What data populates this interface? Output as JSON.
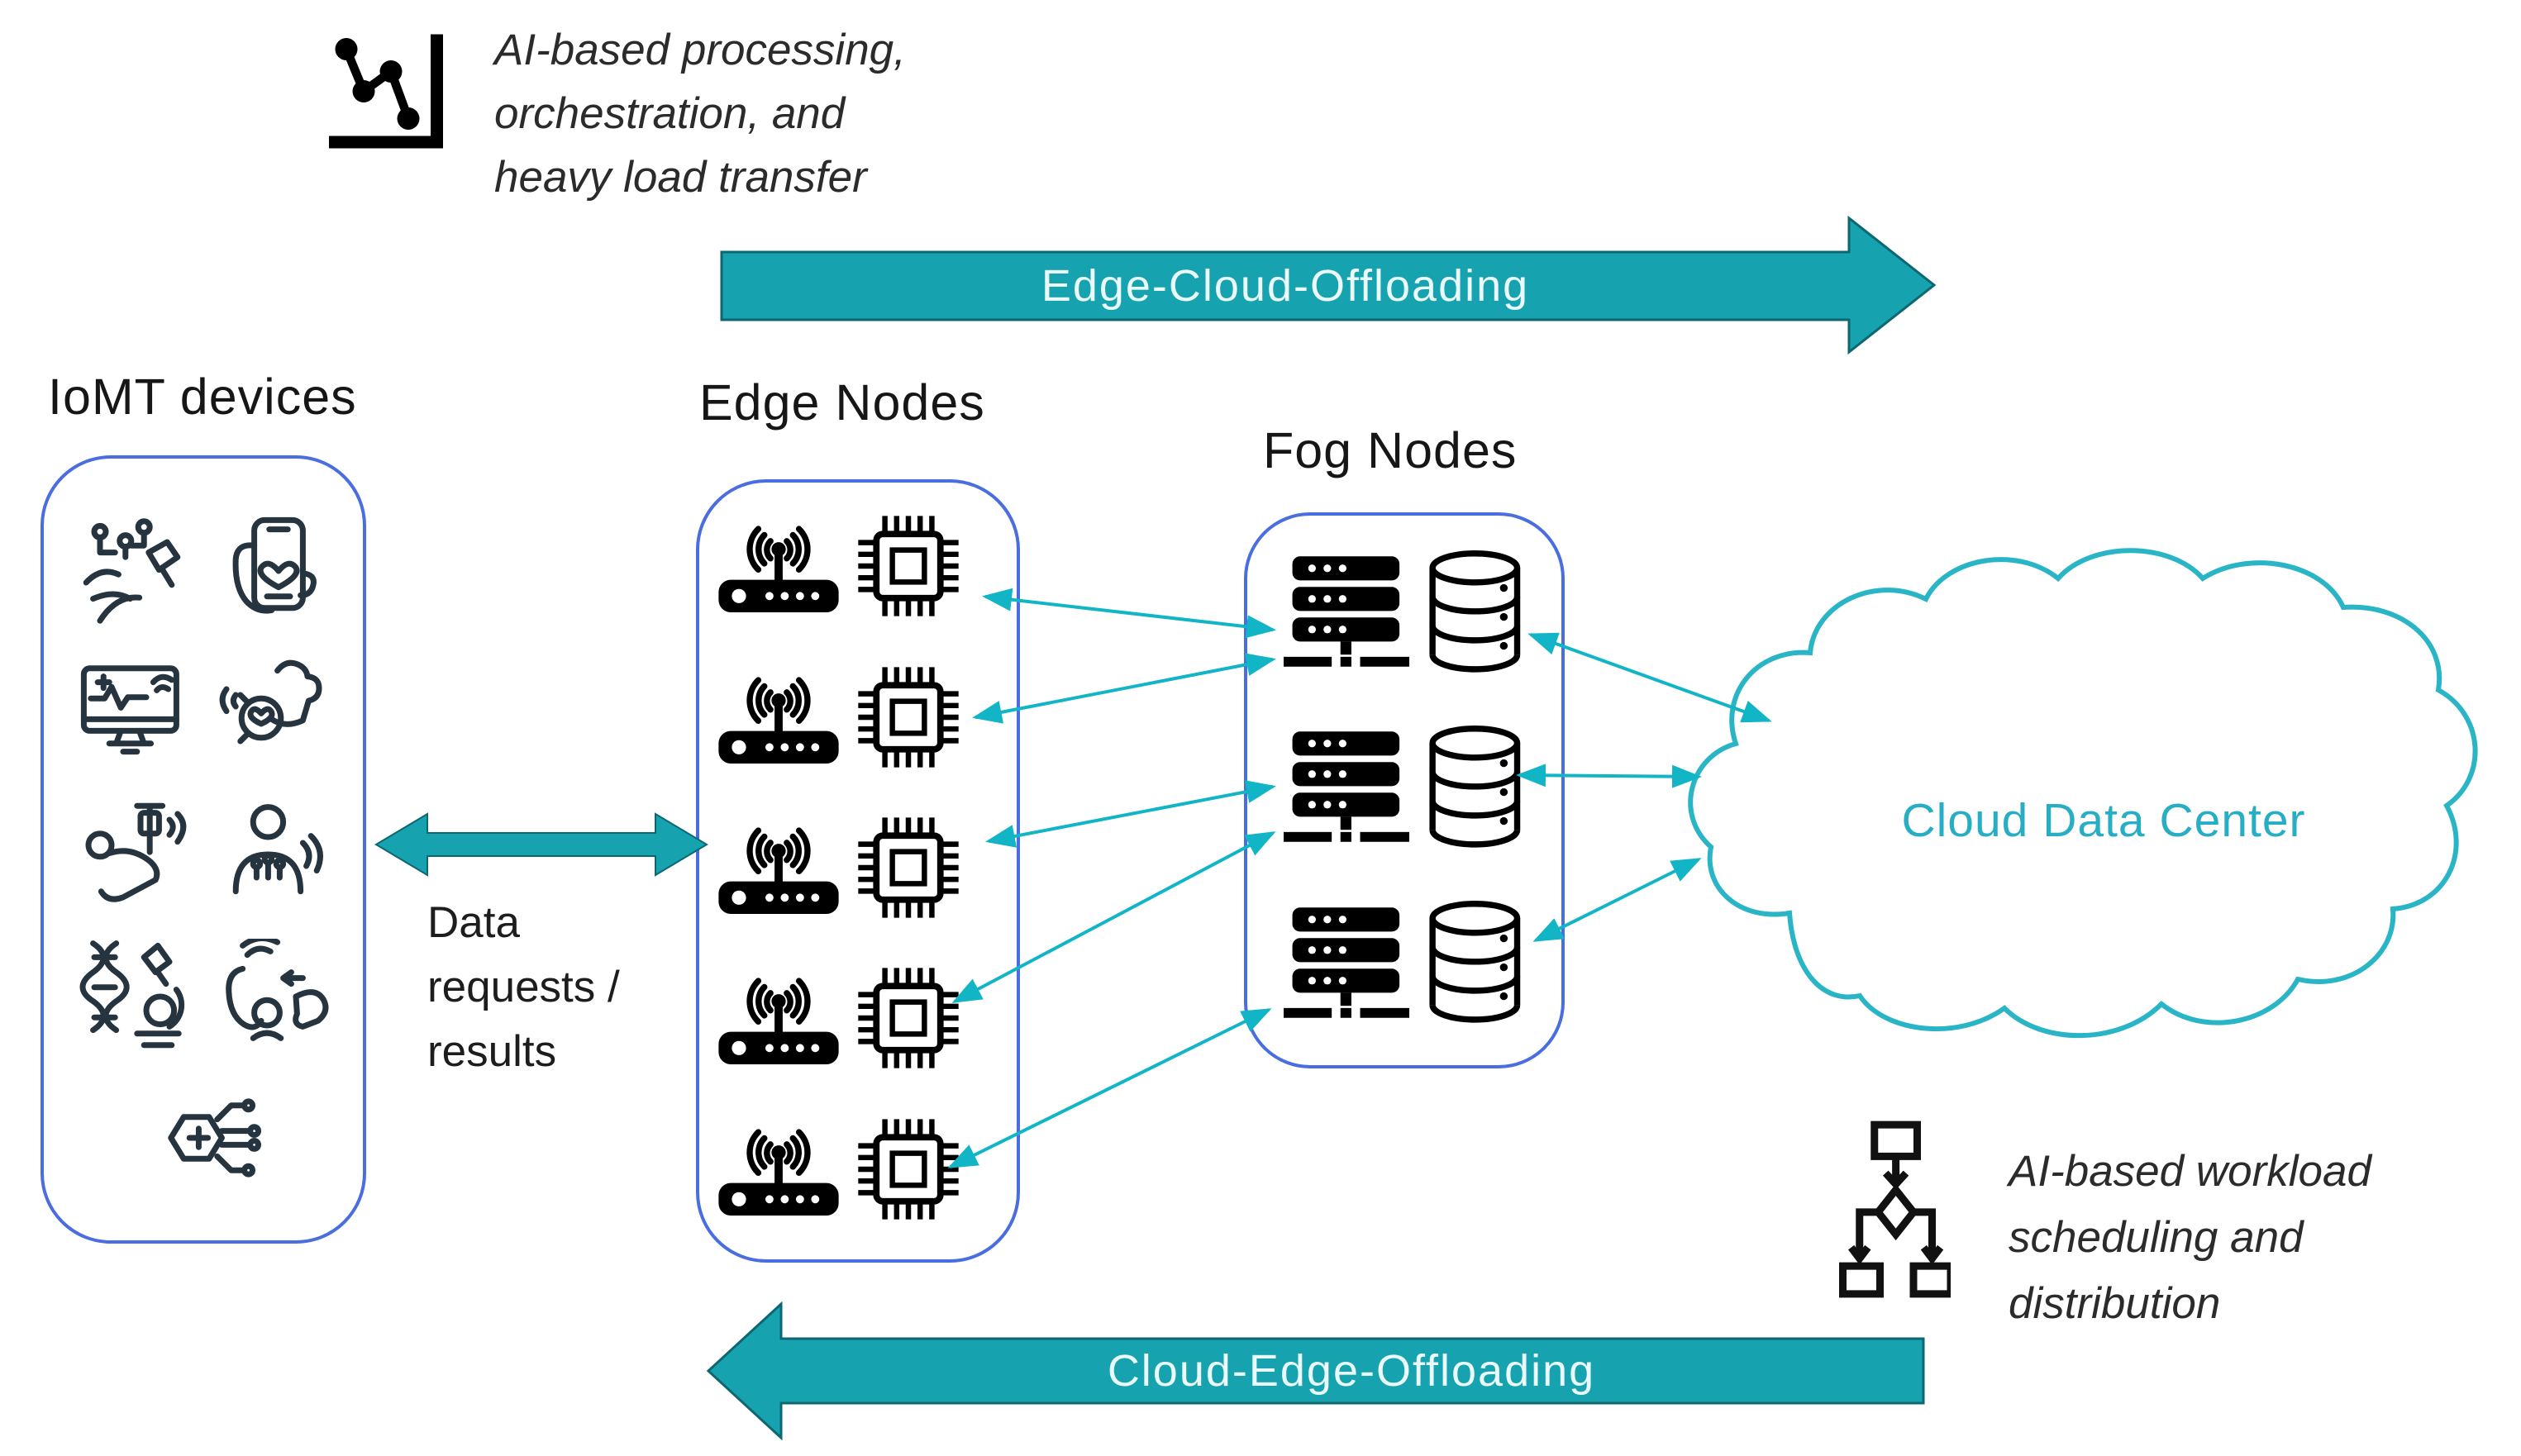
{
  "titles": {
    "iomt": "IoMT devices",
    "edge": "Edge Nodes",
    "fog": "Fog Nodes",
    "cloud": "Cloud Data Center"
  },
  "annotations": {
    "top_left": {
      "line1": "AI-based processing,",
      "line2": "orchestration, and",
      "line3": "heavy load transfer"
    },
    "bottom_right": {
      "line1": "AI-based workload",
      "line2": "scheduling and",
      "line3": "distribution"
    }
  },
  "flows": {
    "edge_cloud_label": "Edge-Cloud-Offloading",
    "cloud_edge_label": "Cloud-Edge-Offloading",
    "data_label": {
      "line1": "Data",
      "line2": "requests /",
      "line3": "results"
    }
  },
  "structure": {
    "edge_node_count": 5,
    "fog_node_count": 3,
    "iomt_device_count": 9,
    "edge_fog_links": 5,
    "fog_cloud_links": 3
  },
  "icons": {
    "top_left": "line-chart-icon",
    "bottom_right": "flowchart-icon",
    "iomt": [
      "hand-implant-icon",
      "phone-health-icon",
      "monitor-ecg-icon",
      "smartwatch-icon",
      "patient-iv-icon",
      "body-sensors-icon",
      "dna-microscope-icon",
      "hearing-aid-icon",
      "medical-network-icon"
    ],
    "edge_node": [
      "wifi-router-icon",
      "cpu-chip-icon"
    ],
    "fog_node": [
      "server-rack-icon",
      "database-icon"
    ]
  },
  "colors": {
    "block_arrow_fill": "#16a3af",
    "block_arrow_edge": "#0c6771",
    "connector_arrow": "#12b5c6",
    "cloud_stroke": "#2ab5c6",
    "cloud_text": "#28aec4",
    "box_border": "#4a6ee0",
    "icon_ink": "#26343f",
    "solid_icon": "#000000"
  }
}
